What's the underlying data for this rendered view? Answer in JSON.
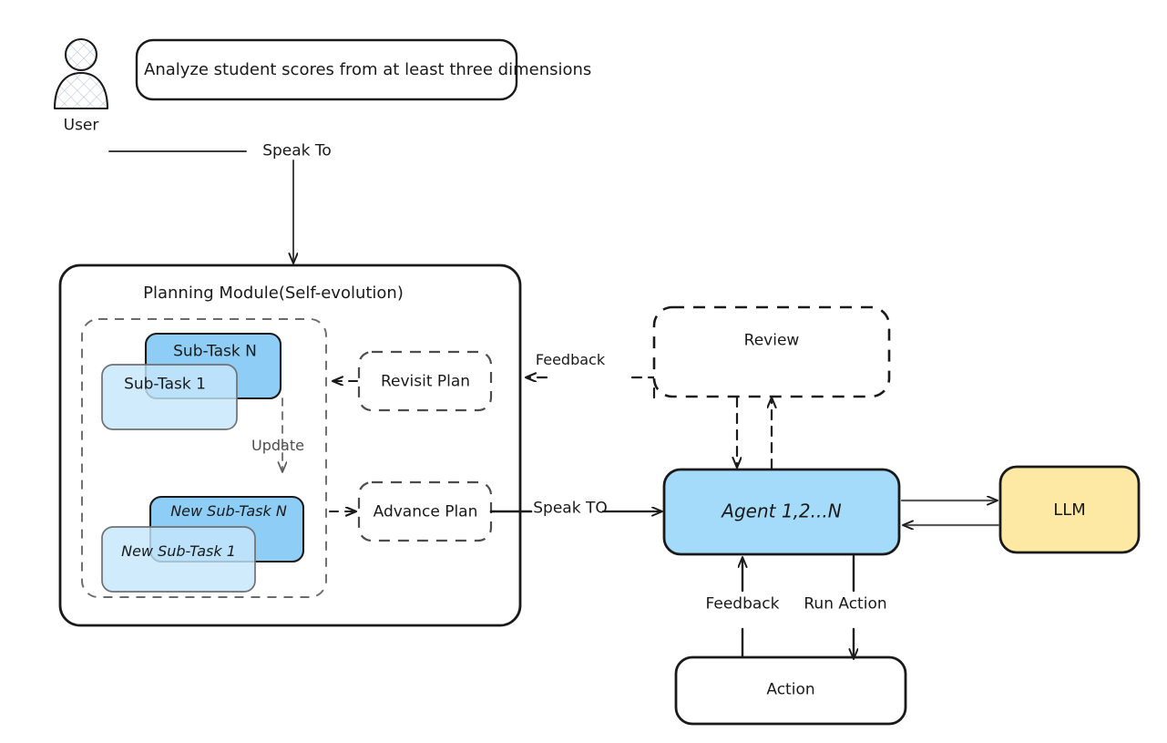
{
  "diagram": {
    "title": "Agent self-evolution planning diagram",
    "colors": {
      "blue_light": "#a5dbfa",
      "blue_medium": "#8ecdf5",
      "blue_pale": "#c5e6fb",
      "yellow": "#fde9a4",
      "stroke_dark": "#1a1a1a",
      "stroke_gray": "#4d4d4d",
      "white": "#ffffff"
    }
  },
  "actors": {
    "user": {
      "label": "User",
      "icon": "user-avatar-icon"
    }
  },
  "bubbles": {
    "task_request": "Analyze student scores from at least three dimensions"
  },
  "modules": {
    "planning": {
      "title": "Planning Module(Self-evolution)",
      "old_plan": {
        "back_card": "Sub-Task N",
        "front_card": "Sub-Task 1"
      },
      "new_plan": {
        "back_card": "New Sub-Task N",
        "front_card": "New Sub-Task 1"
      },
      "update_label": "Update",
      "plan_nodes": [
        {
          "label": "Revisit Plan",
          "name": "revisit-plan-node"
        },
        {
          "label": "Advance Plan",
          "name": "advance-plan-node"
        }
      ]
    }
  },
  "nodes": {
    "review": "Review",
    "agent": "Agent 1,2...N",
    "llm": "LLM",
    "action": "Action"
  },
  "edges": {
    "user_to_planning": "Speak To",
    "review_to_planning": "Feedback",
    "advance_to_agent": "Speak TO",
    "action_to_agent": "Feedback",
    "agent_to_action": "Run Action"
  }
}
